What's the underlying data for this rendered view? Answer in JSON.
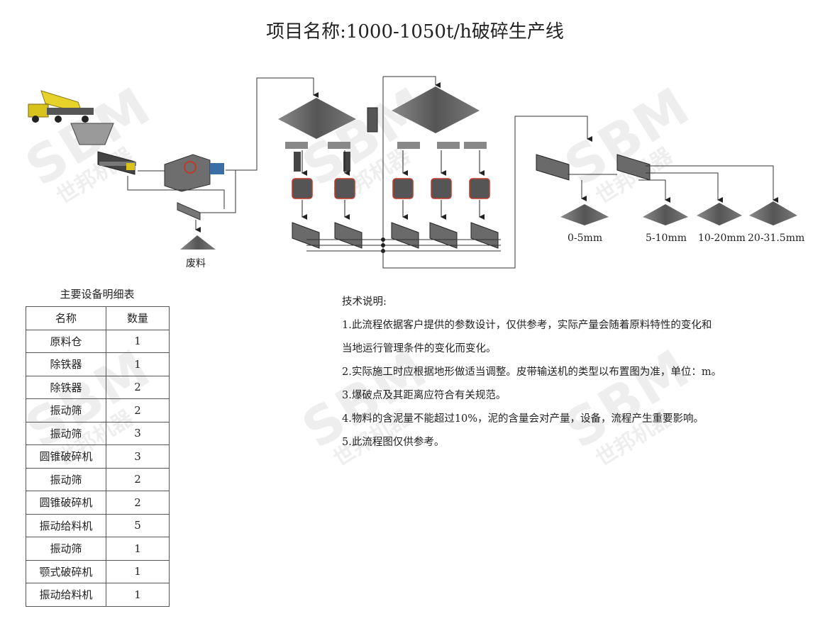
{
  "title": "项目名称:1000-1050t/h破碎生产线",
  "watermark": {
    "brand": "SBM",
    "cn": "世邦机器"
  },
  "diagram": {
    "waste_label": "废料",
    "products": [
      "0-5mm",
      "5-10mm",
      "10-20mm",
      "20-31.5mm"
    ]
  },
  "table": {
    "caption": "主要设备明细表",
    "headers": [
      "名称",
      "数量"
    ],
    "rows": [
      [
        "原料仓",
        "1"
      ],
      [
        "除铁器",
        "1"
      ],
      [
        "除铁器",
        "2"
      ],
      [
        "振动筛",
        "2"
      ],
      [
        "振动筛",
        "3"
      ],
      [
        "圆锥破碎机",
        "3"
      ],
      [
        "振动筛",
        "2"
      ],
      [
        "圆锥破碎机",
        "2"
      ],
      [
        "振动给料机",
        "5"
      ],
      [
        "振动筛",
        "1"
      ],
      [
        "颚式破碎机",
        "1"
      ],
      [
        "振动给料机",
        "1"
      ]
    ]
  },
  "notes": {
    "heading": "技术说明:",
    "lines": [
      "1.此流程依据客户提供的参数设计，仅供参考，实际产量会随着原料特性的变化和",
      "当地运行管理条件的变化而变化。",
      "2.实际施工时应根据地形做适当调整。皮带输送机的类型以布置图为准，单位：m。",
      "3.爆破点及其距离应符合有关规范。",
      "4.物料的含泥量不能超过10%，泥的含量会对产量，设备，流程产生重要影响。",
      "5.此流程图仅供参考。"
    ]
  },
  "colors": {
    "pile": "#6b6b6b",
    "line": "#333333",
    "truck": "#e6d22a",
    "accent": "#c0392b"
  }
}
